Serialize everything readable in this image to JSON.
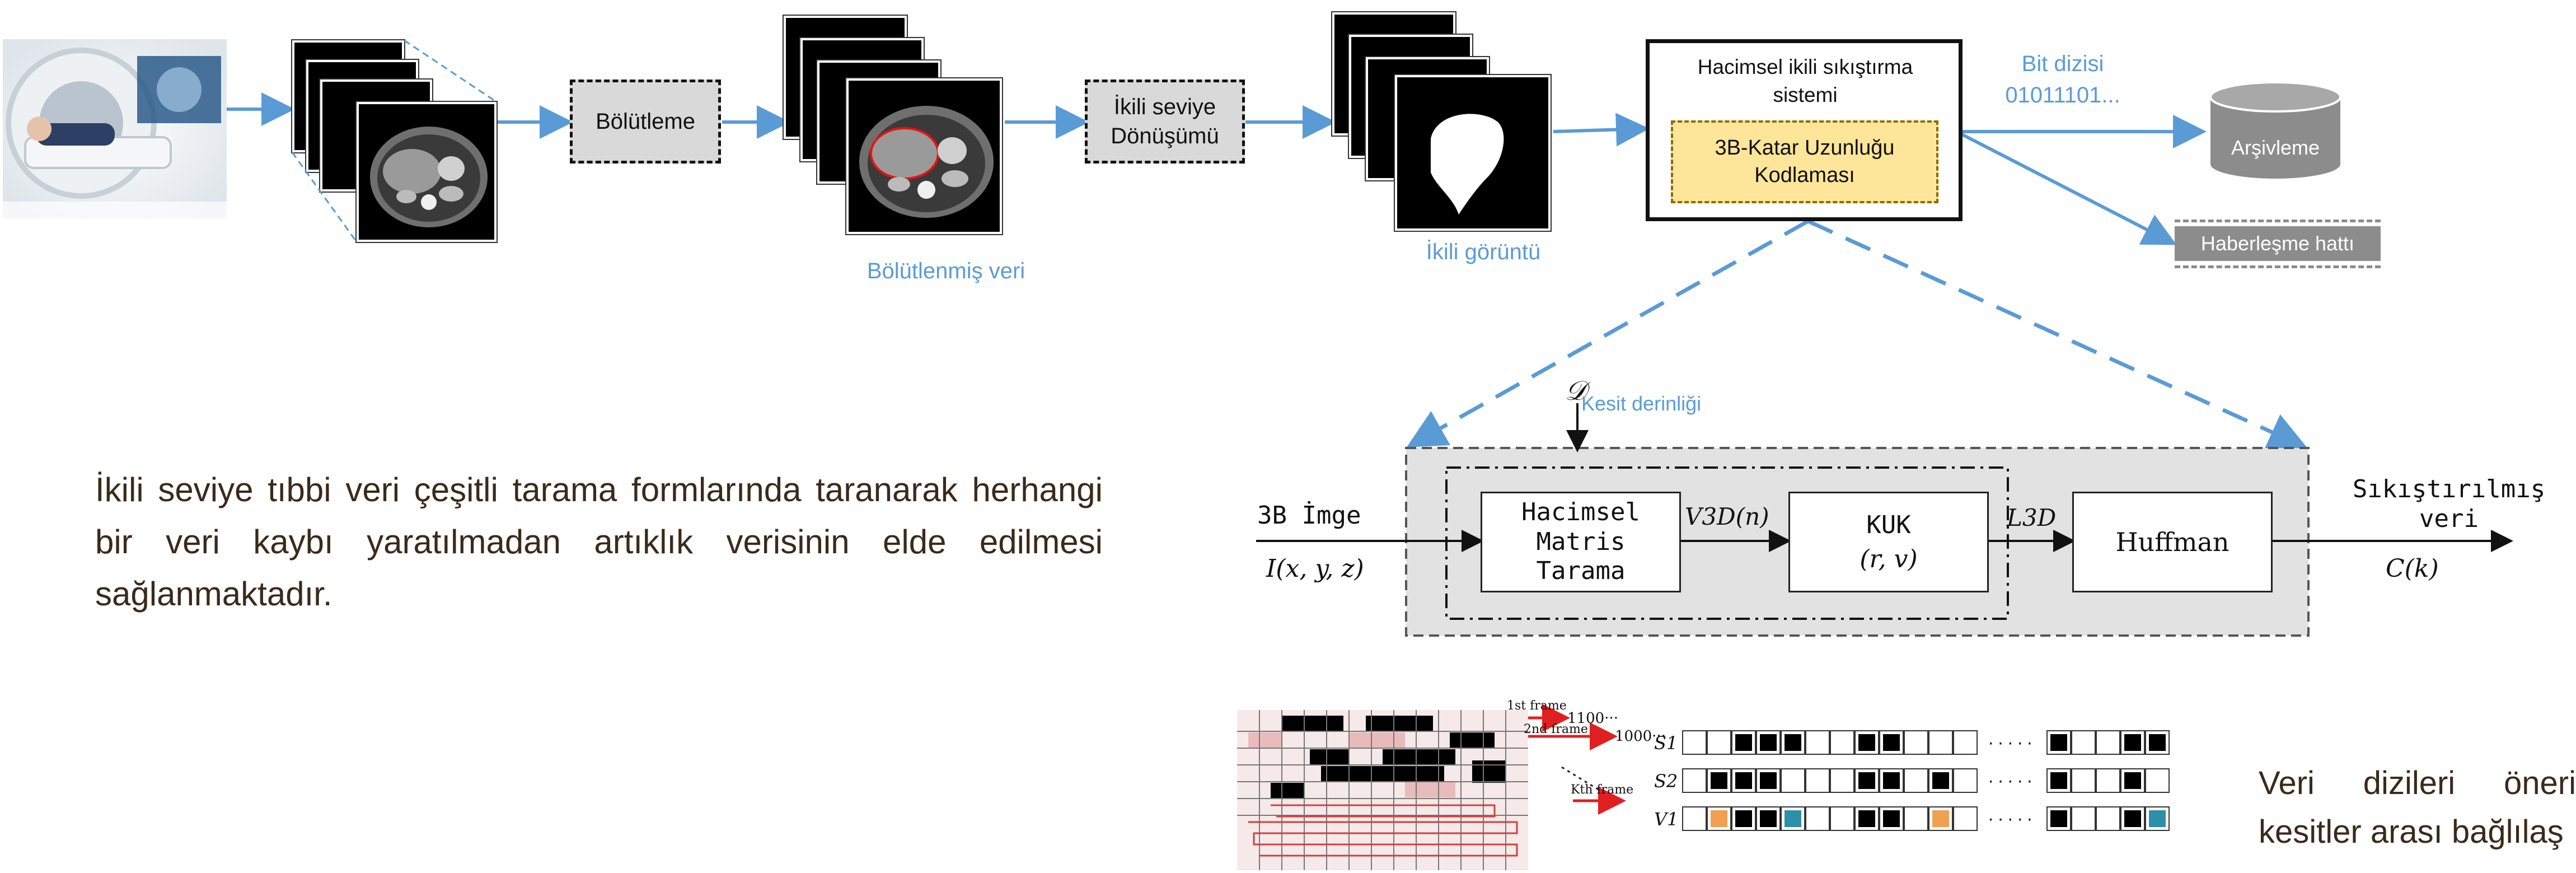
{
  "pipeline": {
    "segmentation_label": "Bölütleme",
    "binary_conversion_label": "İkili seviye Dönüşümü",
    "segmented_caption": "Bölütlenmiş veri",
    "binary_caption": "İkili görüntü",
    "system_title": "Hacimsel ikili sıkıştırma sistemi",
    "rle_label": "3B-Katar Uzunluğu Kodlaması",
    "bitstream_title": "Bit dizisi",
    "bitstream_value": "01011101...",
    "archive_label": "Arşivleme",
    "channel_label": "Haberleşme hattı"
  },
  "description_left": "İkili seviye tıbbi veri çeşitli tarama formlarında taranarak herhangi bir veri kaybı yaratılmadan artıklık verisinin elde edilmesi sağlanmaktadır.",
  "block_diagram": {
    "depth_symbol": "𝒟",
    "depth_label": "Kesit derinliği",
    "input_label": "3B İmge",
    "input_symbol": "I(x, y, z)",
    "scan_block": "Hacimsel Matris Tarama",
    "signal_v": "V3D(n)",
    "kuk_block": "KUK",
    "kuk_params": "(r, v)",
    "signal_l": "L3D",
    "huffman_block": "Huffman",
    "output_label": "Sıkıştırılmış veri",
    "output_symbol": "C(k)"
  },
  "frames": {
    "first_frame": "1st frame",
    "first_bits": "1100···",
    "second_frame": "2nd frame",
    "second_bits": "1000···",
    "kth_frame": "Kth frame"
  },
  "sequences": {
    "s1_label": "S1",
    "s2_label": "S2",
    "v1_label": "V1",
    "s1": [
      "w",
      "w",
      "b",
      "b",
      "b",
      "w",
      "w",
      "b",
      "b",
      "w",
      "w",
      "w",
      "|",
      "b",
      "w",
      "w",
      "b",
      "b"
    ],
    "s2": [
      "w",
      "b",
      "b",
      "b",
      "w",
      "w",
      "w",
      "b",
      "b",
      "w",
      "b",
      "w",
      "|",
      "b",
      "w",
      "w",
      "b",
      "w"
    ],
    "v1": [
      "w",
      "o",
      "b",
      "b",
      "t",
      "w",
      "w",
      "b",
      "b",
      "w",
      "o",
      "w",
      "|",
      "b",
      "w",
      "w",
      "b",
      "t"
    ]
  },
  "description_right": "Veri dizileri öneri kesitler arası bağlılaş",
  "colors": {
    "accent_blue": "#5b9bd5",
    "rle_fill": "#fde59a",
    "archive_gray": "#8c8c8c",
    "orange": "#f0a050",
    "teal": "#2e8fa8"
  }
}
